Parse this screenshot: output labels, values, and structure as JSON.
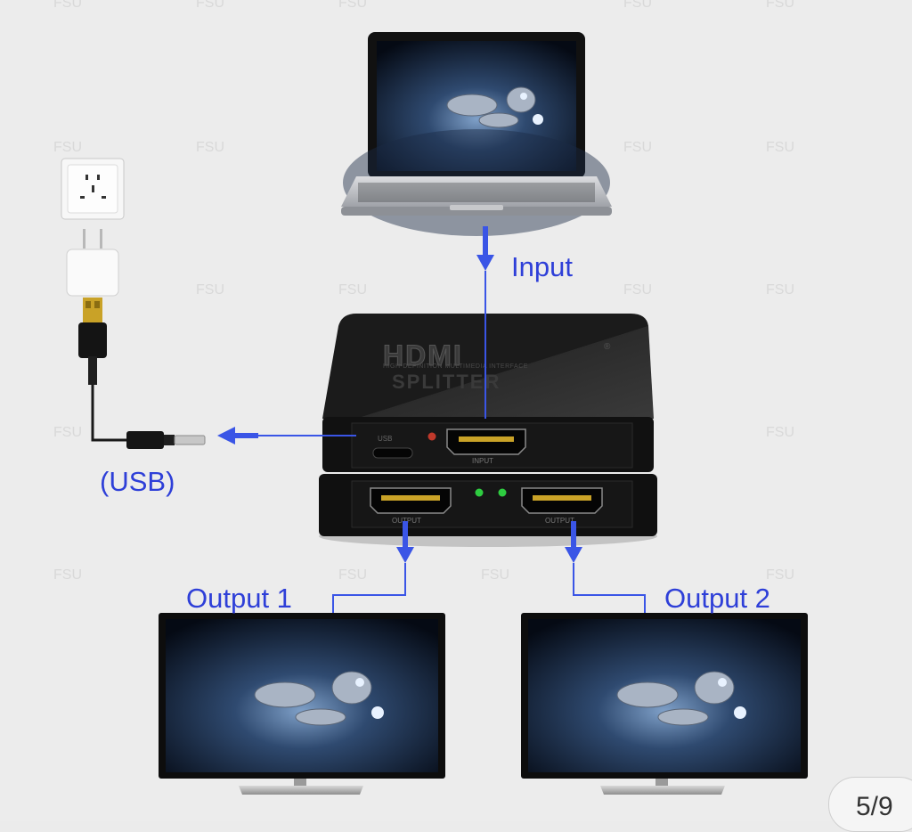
{
  "labels": {
    "input": "Input",
    "usb": "(USB)",
    "output1": "Output 1",
    "output2": "Output 2"
  },
  "device": {
    "brand": "HDMI",
    "brand_mark": "®",
    "tagline": "HIGH-DEFINITION MULTIMEDIA INTERFACE",
    "model": "SPLITTER",
    "port_usb": "USB",
    "port_input": "INPUT",
    "port_output_1": "OUTPUT",
    "port_output_2": "OUTPUT"
  },
  "watermark": "FSU",
  "pager": {
    "current": 5,
    "total": 9,
    "text": "5/9"
  },
  "colors": {
    "arrow": "#3a55e6",
    "label": "#2e3fd8",
    "led_power": "#c0392b",
    "led_status": "#2ecc40"
  }
}
